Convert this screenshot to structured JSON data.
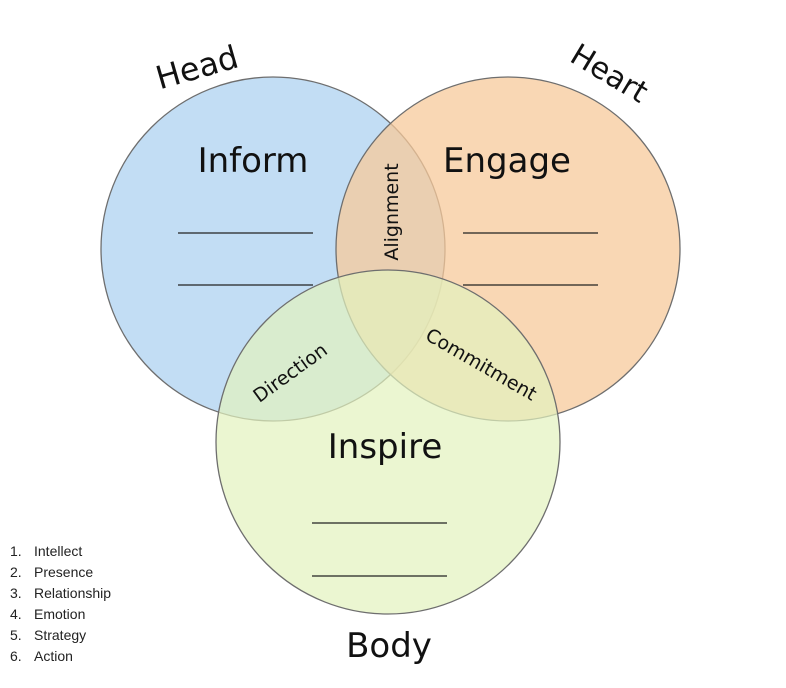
{
  "labels": {
    "head": "Head",
    "heart": "Heart",
    "body": "Body"
  },
  "circles": {
    "head": {
      "title": "Inform",
      "color": "#b3d4f1"
    },
    "heart": {
      "title": "Engage",
      "color": "#f7c99b"
    },
    "body": {
      "title": "Inspire",
      "color": "#e2f2bd"
    }
  },
  "overlaps": {
    "head_heart": "Alignment",
    "head_body": "Direction",
    "heart_body": "Commitment"
  },
  "list": [
    {
      "num": "1.",
      "text": "Intellect"
    },
    {
      "num": "2.",
      "text": "Presence"
    },
    {
      "num": "3.",
      "text": "Relationship"
    },
    {
      "num": "4.",
      "text": "Emotion"
    },
    {
      "num": "5.",
      "text": "Strategy"
    },
    {
      "num": "6.",
      "text": "Action"
    }
  ]
}
